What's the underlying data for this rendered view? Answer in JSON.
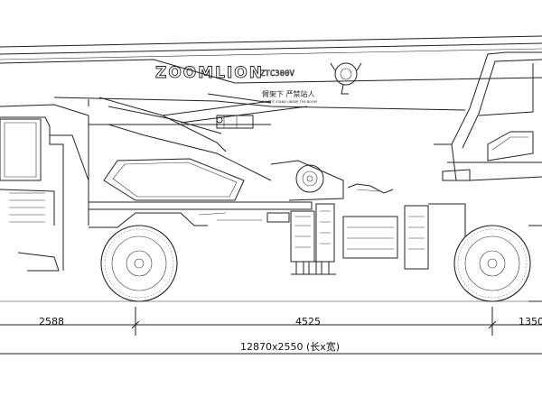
{
  "drawing": {
    "brand_text": "ZOOMLION",
    "model_text": "ZTC300V",
    "warning_text": "臂架下 严禁站人",
    "warning_subtext": "DO NOT STAND UNDER THE BOOM"
  },
  "dimensions": {
    "front_overhang": "2588",
    "wheelbase": "4525",
    "rear_segment": "1350",
    "overall": "12870x2550 (长x宽)"
  }
}
